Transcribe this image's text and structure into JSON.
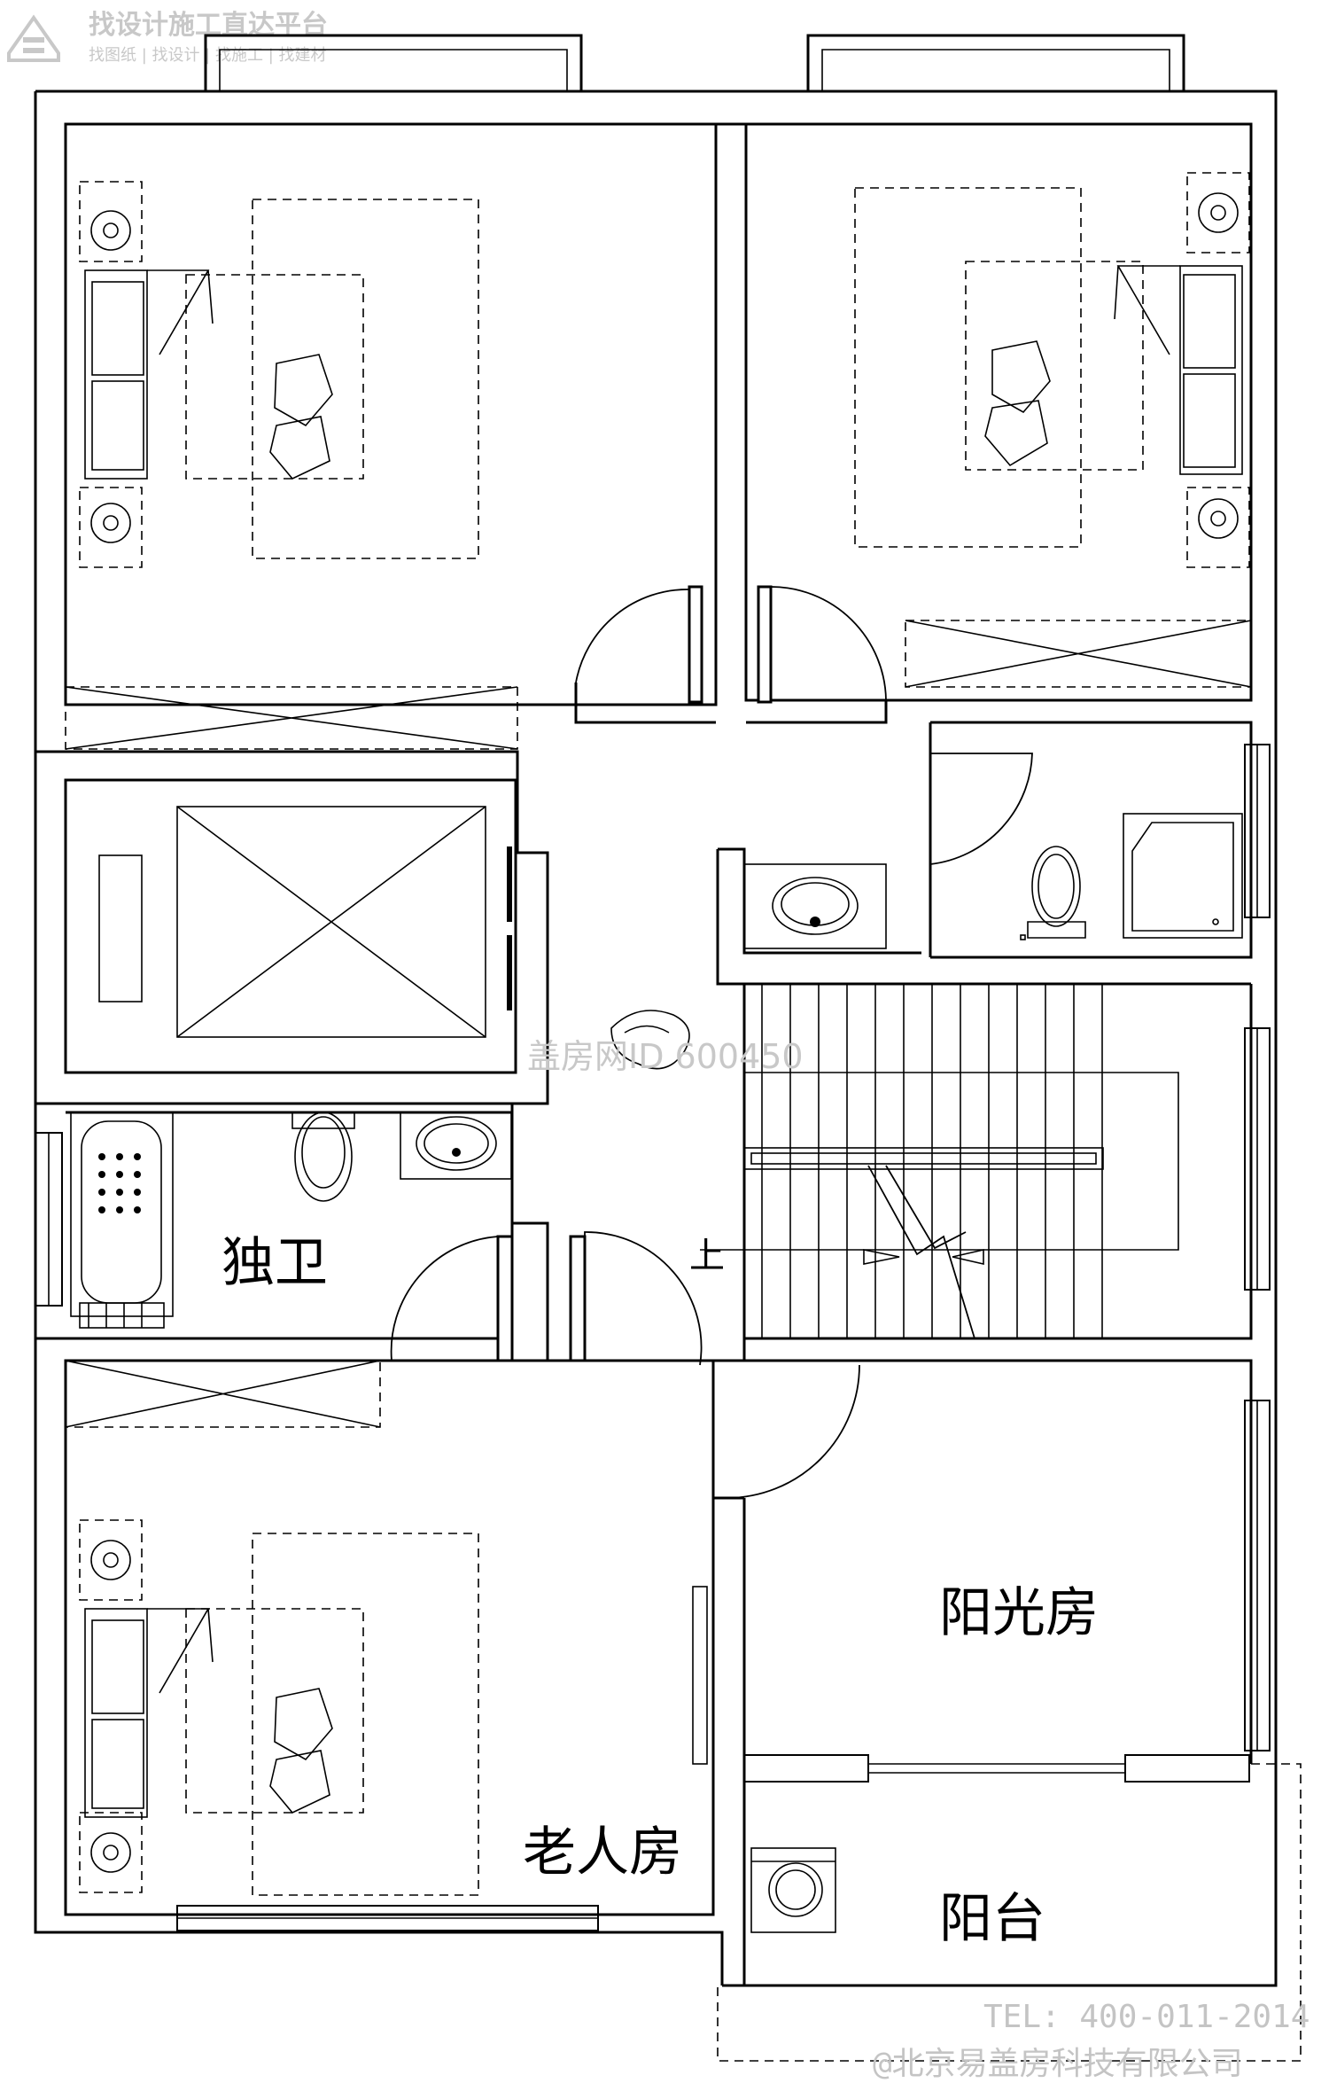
{
  "watermark": {
    "logo_title": "找设计施工直达平台",
    "logo_subtitle": "找图纸 | 找设计 | 找施工 | 找建材",
    "center_text": "盖房网ID 600450"
  },
  "rooms": {
    "bathroom": "独卫",
    "elderly_room": "老人房",
    "sunroom": "阳光房",
    "balcony": "阳台"
  },
  "stairs": {
    "up_label": "上"
  },
  "footer": {
    "phone": "TEL: 400-011-2014",
    "company": "@北京易盖房科技有限公司"
  }
}
